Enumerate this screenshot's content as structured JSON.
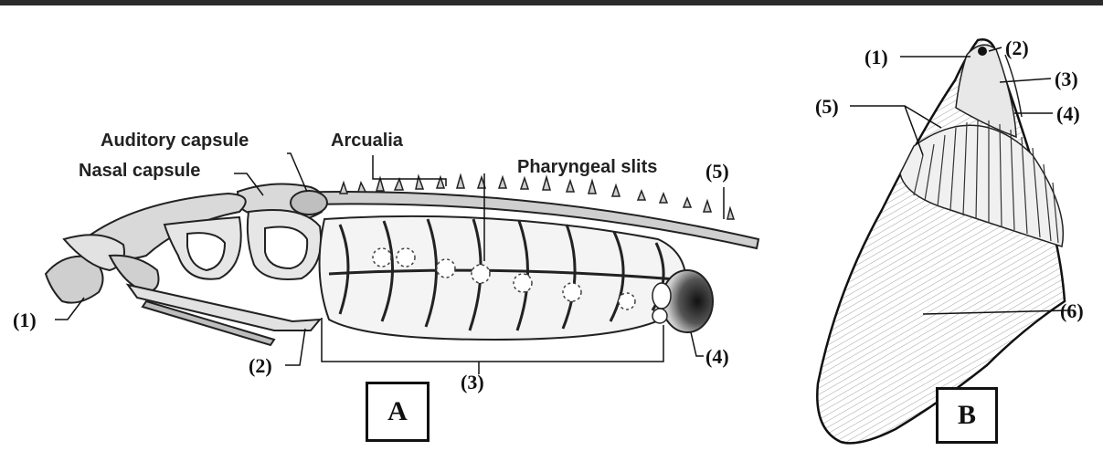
{
  "panel_a": {
    "box_label": "A",
    "labels": {
      "auditory_capsule": "Auditory capsule",
      "nasal_capsule": "Nasal capsule",
      "arcualia": "Arcualia",
      "pharyngeal_slits": "Pharyngeal slits",
      "n1": "(1)",
      "n2": "(2)",
      "n3": "(3)",
      "n4": "(4)",
      "n5": "(5)"
    }
  },
  "panel_b": {
    "box_label": "B",
    "labels": {
      "n1": "(1)",
      "n2": "(2)",
      "n3": "(3)",
      "n4": "(4)",
      "n5": "(5)",
      "n6": "(6)"
    }
  },
  "colors": {
    "line": "#111111",
    "cartilage_fill": "#d9d9d9",
    "shade": "#9a9a9a"
  }
}
